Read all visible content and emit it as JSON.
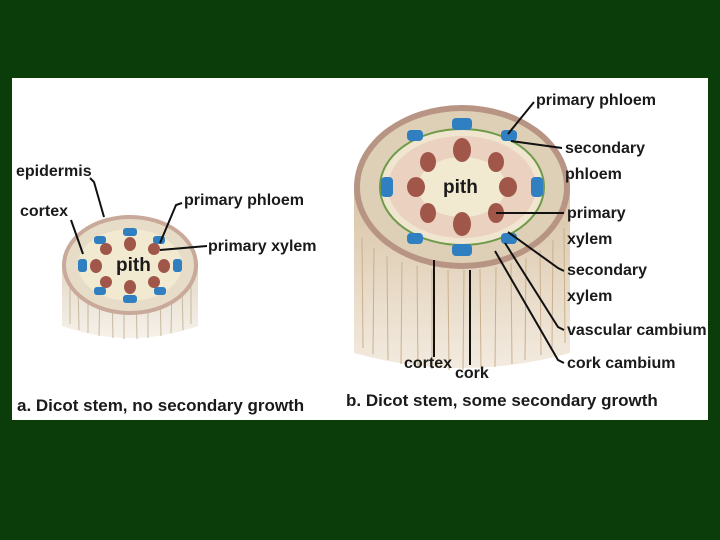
{
  "slide": {
    "background": "#0a3d0a"
  },
  "panel_a": {
    "caption": "a. Dicot stem, no secondary growth",
    "labels": {
      "epidermis": "epidermis",
      "cortex": "cortex",
      "pith": "pith",
      "primary_phloem": "primary phloem",
      "primary_xylem": "primary xylem"
    }
  },
  "panel_b": {
    "caption": "b. Dicot stem, some secondary growth",
    "labels": {
      "primary_phloem": "primary phloem",
      "secondary_phloem_1": "secondary",
      "secondary_phloem_2": "phloem",
      "pith": "pith",
      "primary_xylem_1": "primary",
      "primary_xylem_2": "xylem",
      "secondary_xylem_1": "secondary",
      "secondary_xylem_2": "xylem",
      "vascular_cambium": "vascular cambium",
      "cork_cambium": "cork cambium",
      "cortex": "cortex",
      "cork": "cork"
    }
  },
  "colors": {
    "phloem": "#2f7fc1",
    "xylem": "#a0574a",
    "pith": "#f2ead0",
    "ring": "#ddd0b6",
    "bark": "#b89484",
    "cambium": "#6e9a4a",
    "secondary_xylem_zone": "#e8bfb4"
  }
}
